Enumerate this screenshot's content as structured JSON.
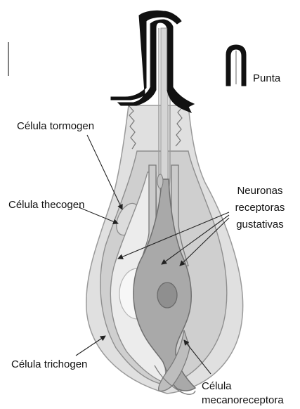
{
  "labels": {
    "punta": "Punta",
    "tormogen": "Célula tormogen",
    "thecogen": "Célula thecogen",
    "neuronas_line1": "Neuronas",
    "neuronas_line2": "receptoras",
    "neuronas_line3": "gustativas",
    "trichogen": "Célula trichogen",
    "mecano_line1": "Célula",
    "mecano_line2": "mecanoreceptora"
  },
  "colors": {
    "outer_socket": "#e0e0e0",
    "socket_outline": "#9a9a9a",
    "thecogen_layer": "#cfcfcf",
    "trichogen_layer": "#ebebeb",
    "neuron_fill": "#a9a9a9",
    "neuron_fill_light": "#c3c3c3",
    "nucleus": "#8f8f8f",
    "cuticle": "#111111",
    "arrow": "#222222"
  },
  "icons": {
    "punta": "sensillum-tip-icon"
  }
}
